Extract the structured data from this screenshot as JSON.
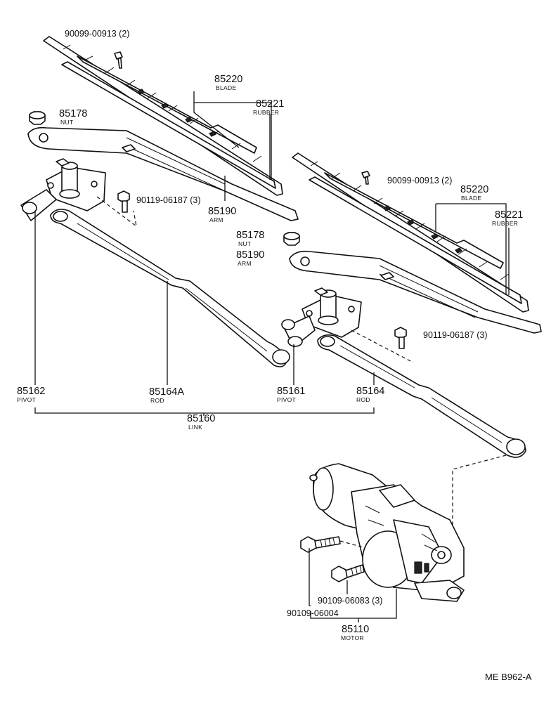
{
  "labels": {
    "screw_top_left": "90099-00913 (2)",
    "blade_left_num": "85220",
    "blade_left_sub": "BLADE",
    "rubber_left_num": "85221",
    "rubber_left_sub": "RUBBER",
    "nut_left_num": "85178",
    "nut_left_sub": "NUT",
    "bolt_left": "90119-06187 (3)",
    "arm_left_num": "85190",
    "arm_left_sub": "ARM",
    "screw_right": "90099-00913 (2)",
    "blade_right_num": "85220",
    "blade_right_sub": "BLADE",
    "rubber_right_num": "85221",
    "rubber_right_sub": "RUBBER",
    "nut_right_num": "85178",
    "nut_right_sub": "NUT",
    "arm_right_num": "85190",
    "arm_right_sub": "ARM",
    "bolt_right": "90119-06187 (3)",
    "pivot_left_num": "85162",
    "pivot_left_sub": "PIVOT",
    "rod_left_num": "85164A",
    "rod_left_sub": "ROD",
    "pivot_right_num": "85161",
    "pivot_right_sub": "PIVOT",
    "rod_right_num": "85164",
    "rod_right_sub": "ROD",
    "link_num": "85160",
    "link_sub": "LINK",
    "motor_bolt_a": "90109-06083 (3)",
    "motor_bolt_b": "90109-06004",
    "motor_num": "85110",
    "motor_sub": "MOTOR",
    "figure_ref": "ME B962-A"
  }
}
